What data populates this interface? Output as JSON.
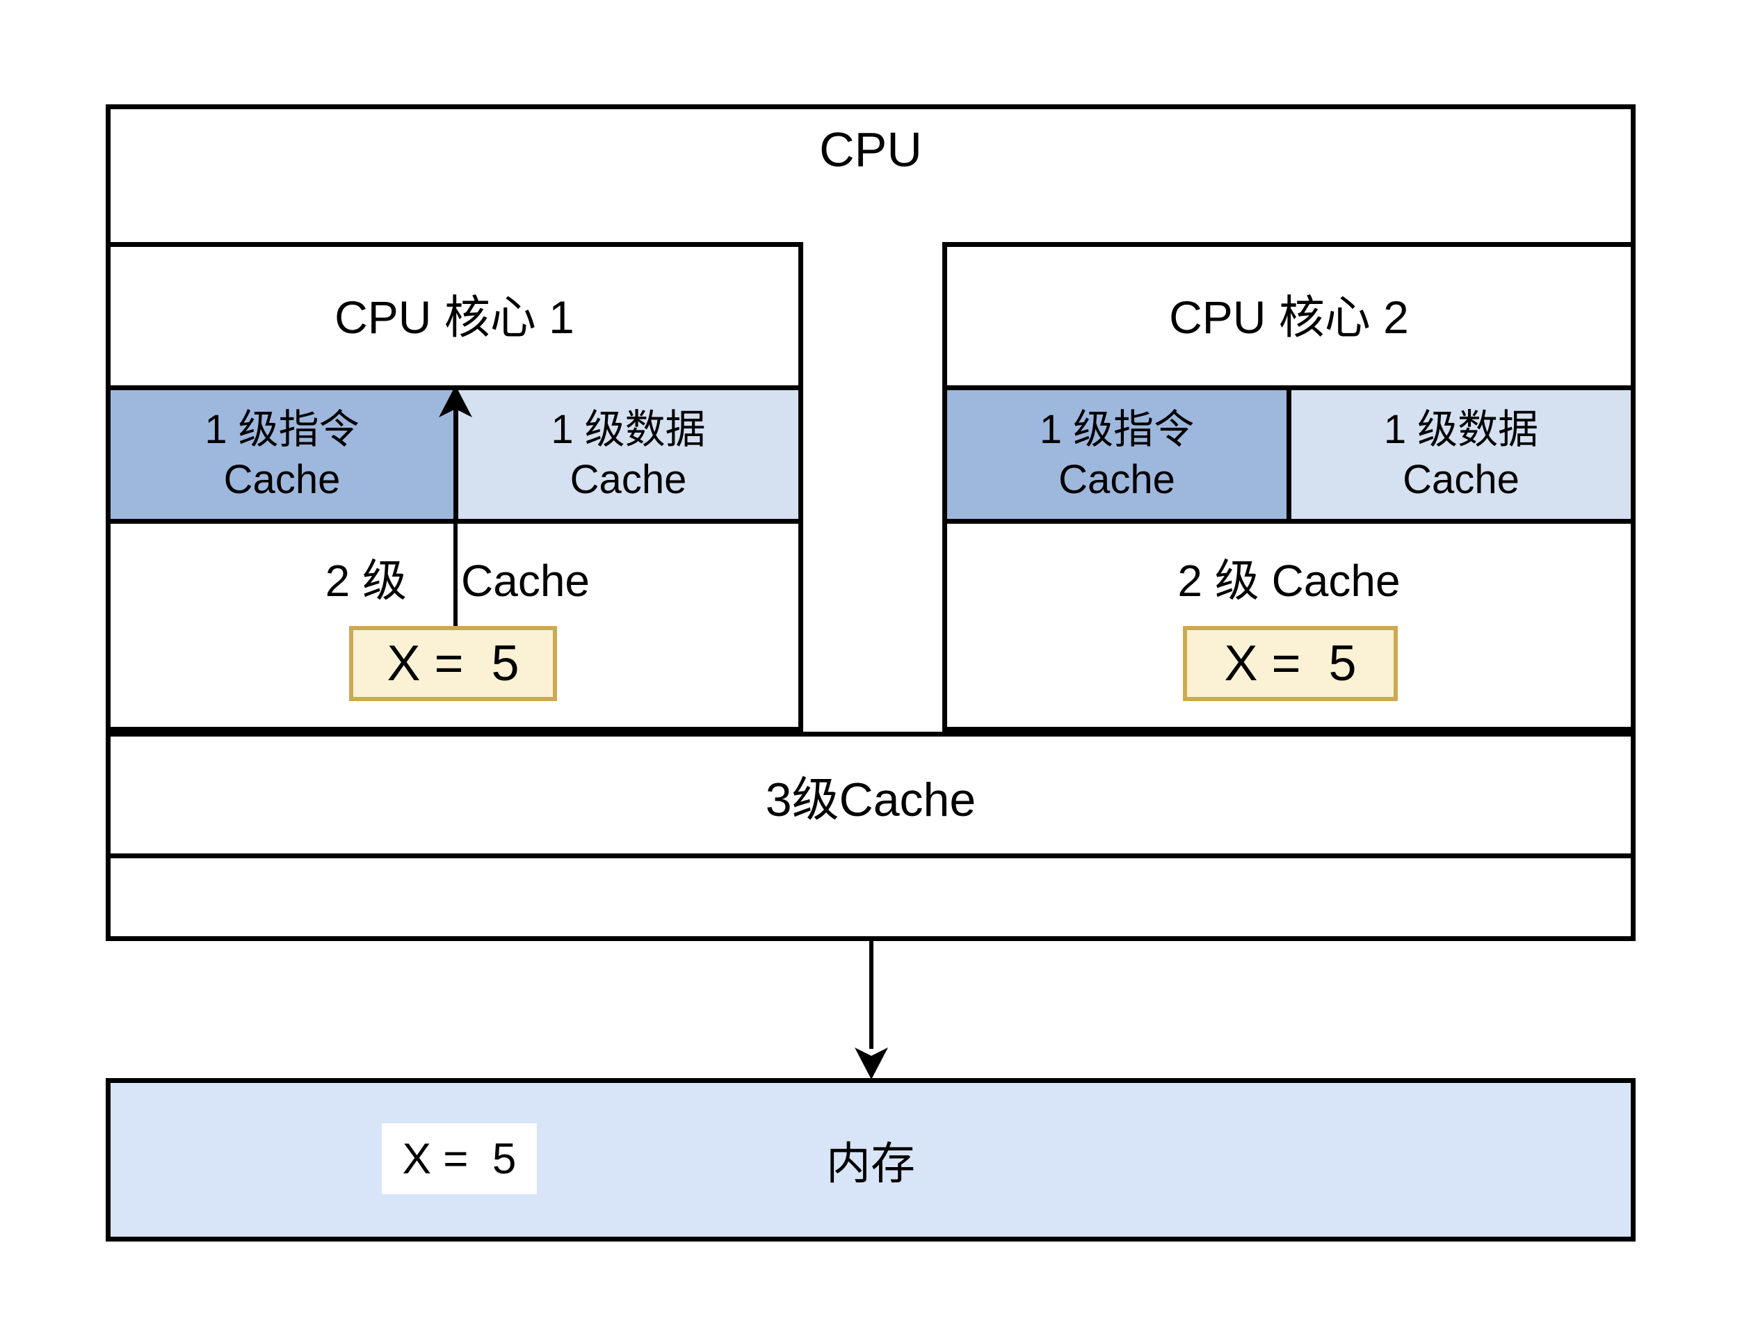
{
  "colors": {
    "background": "#FFFFFF",
    "line": "#000000",
    "l1_instruction_fill": "#9EB7DD",
    "l1_data_fill": "#D5E0F1",
    "memory_fill": "#D8E5F8",
    "value_box_fill": "#FBF2D5",
    "value_box_border": "#CDA94F"
  },
  "cpu": {
    "label": "CPU",
    "cores": [
      {
        "title": "CPU 核心 1",
        "l1_instruction_cache": {
          "line1": "1 级指令",
          "line2": "Cache"
        },
        "l1_data_cache": {
          "line1": "1 级数据",
          "line2": "Cache"
        },
        "l2_cache": {
          "label_left": "2 级",
          "label_right": "Cache"
        },
        "cached_value": "X =  5"
      },
      {
        "title": "CPU 核心 2",
        "l1_instruction_cache": {
          "line1": "1 级指令",
          "line2": "Cache"
        },
        "l1_data_cache": {
          "line1": "1 级数据",
          "line2": "Cache"
        },
        "l2_cache": {
          "label": "2 级 Cache"
        },
        "cached_value": "X =  5"
      }
    ],
    "l3_cache": {
      "label": "3级Cache"
    }
  },
  "memory": {
    "label": "内存",
    "value": "X =  5"
  }
}
